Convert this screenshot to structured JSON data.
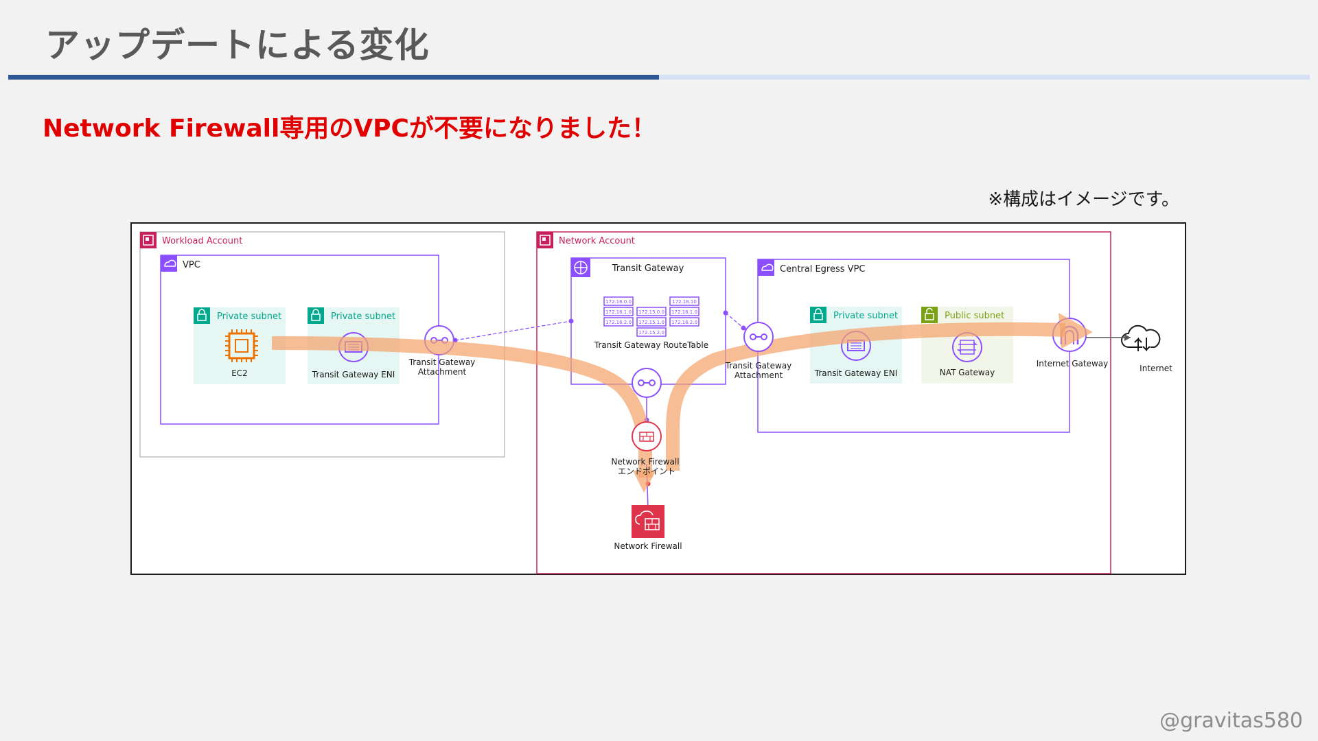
{
  "page": {
    "title": "アップデートによる変化",
    "subtitle": "Network Firewall専用のVPCが不要になりました！",
    "note": "※構成はイメージです。",
    "credit": "@gravitas580"
  },
  "diagram": {
    "workload_account": {
      "label": "Workload Account",
      "vpc_label": "VPC",
      "subnet1": {
        "label": "Private subnet",
        "resource": "EC2"
      },
      "subnet2": {
        "label": "Private subnet",
        "resource": "Transit Gateway ENI"
      },
      "attachment_line1": "Transit Gateway",
      "attachment_line2": "Attachment"
    },
    "network_account": {
      "label": "Network Account",
      "transit_gateway": {
        "label": "Transit Gateway",
        "route_table_label": "Transit Gateway RouteTable",
        "route_entries": [
          "172.16.0.0",
          "172.16.1.0",
          "172.16.2.0",
          "172.15.0.0",
          "172.15.1.0",
          "172.15.2.0",
          "172.16.10",
          "172.16.1.0",
          "172.16.2.0"
        ]
      },
      "firewall_endpoint_line1": "Network Firewall",
      "firewall_endpoint_line2": "エンドポイント",
      "network_firewall": "Network Firewall",
      "egress_attachment_line1": "Transit Gateway",
      "egress_attachment_line2": "Attachment",
      "central_egress_vpc": {
        "label": "Central Egress VPC",
        "private_subnet": {
          "label": "Private subnet",
          "resource": "Transit Gateway ENI"
        },
        "public_subnet": {
          "label": "Public subnet",
          "resource": "NAT Gateway"
        },
        "internet_gateway": "Internet Gateway"
      }
    },
    "internet": "Internet",
    "colors": {
      "account": "#c7215d",
      "vpc": "#8c4fff",
      "private_subnet": "#01a88d",
      "public_subnet": "#7aa116",
      "ec2": "#ed7100",
      "firewall": "#dd344c",
      "flow": "#f4a46c"
    }
  }
}
